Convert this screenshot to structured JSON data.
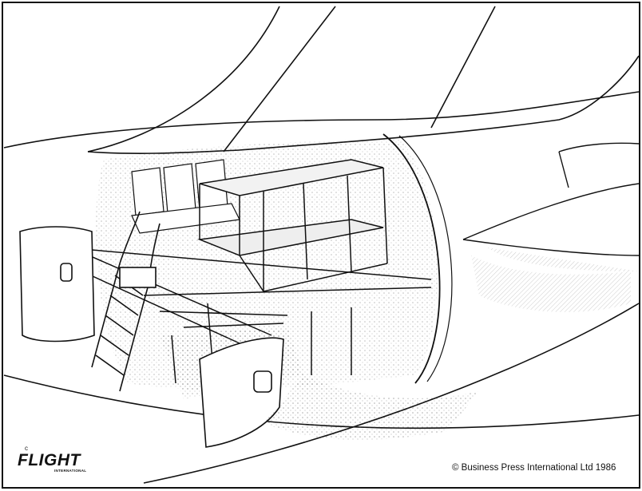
{
  "logo": {
    "text": "FLIGHT",
    "subtext": "INTERNATIONAL",
    "copyright_mark": "c"
  },
  "credit": "© Business Press International Ltd 1986",
  "colors": {
    "ink": "#111111",
    "shade": "#bdbdbd",
    "paper": "#ffffff"
  }
}
